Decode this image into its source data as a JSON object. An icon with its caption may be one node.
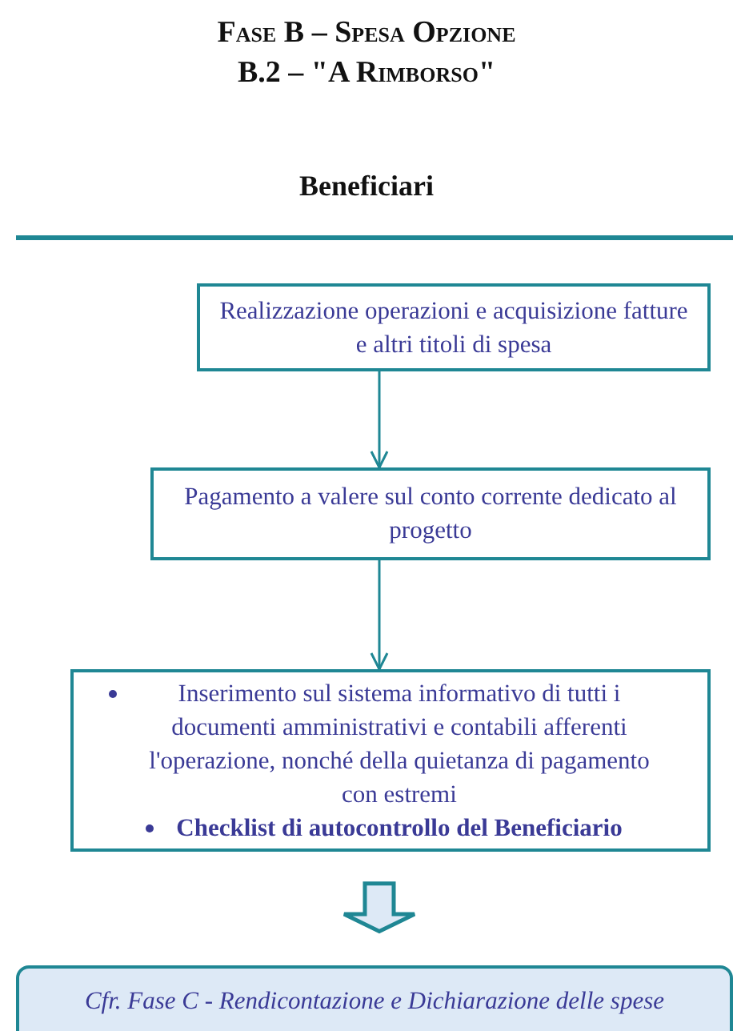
{
  "diagram": {
    "title": "Fase B – Spesa Opzione B.2 – \"A Rimborso\"",
    "nodes": [
      {
        "text": [
          "Realizzazione operazioni e acquisizione fatture e altri titoli di spesa"
        ]
      },
      {
        "text": [
          "Pagamento a valere sul conto corrente dedicato al progetto"
        ]
      },
      {
        "text": [
          "Inserimento sul sistema informativo di tutti i documenti amministrativi e contabili afferenti l'operazione, nonché della quietanza di pagamento con estremi",
          "**Checklist di autocontrollo del Beneficiario**"
        ]
      },
      {
        "text": [
          "Cfr. Fase C - Rendicontazione e Dichiarazione delle spese"
        ]
      }
    ],
    "edges": [
      {
        "from": 0,
        "to": 1,
        "arrow": "to"
      },
      {
        "from": 1,
        "to": 2,
        "arrow": "to"
      },
      {
        "from": 2,
        "to": 3,
        "arrow": "to",
        "style": "thick"
      }
    ],
    "labels": [
      "Beneficiari"
    ]
  }
}
